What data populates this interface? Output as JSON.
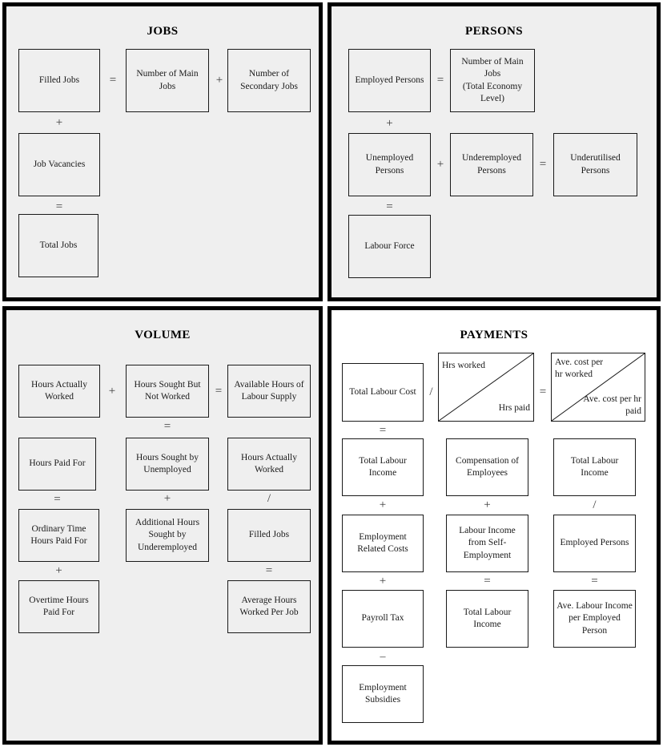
{
  "colors": {
    "panel_gray": "#efefef",
    "panel_white": "#ffffff",
    "border": "#000000",
    "box_border": "#1a1a1a",
    "text": "#1a1a1a"
  },
  "quadrants": {
    "jobs": {
      "title": "JOBS",
      "boxes": [
        {
          "label": "Filled Jobs"
        },
        {
          "label": "Number of Main Jobs"
        },
        {
          "label": "Number of Secondary Jobs"
        },
        {
          "label": "Job Vacancies"
        },
        {
          "label": "Total Jobs"
        }
      ],
      "operators": [
        "=",
        "+",
        "+",
        "="
      ]
    },
    "persons": {
      "title": "PERSONS",
      "boxes": [
        {
          "label": "Employed Persons"
        },
        {
          "label": "Number of Main Jobs\n(Total Economy Level)"
        },
        {
          "label": "Unemployed Persons"
        },
        {
          "label": "Underemployed Persons"
        },
        {
          "label": "Underutilised Persons"
        },
        {
          "label": "Labour Force"
        }
      ],
      "operators": [
        "=",
        "+",
        "+",
        "=",
        "="
      ]
    },
    "volume": {
      "title": "VOLUME",
      "boxes": [
        {
          "label": "Hours Actually Worked"
        },
        {
          "label": "Hours Sought But Not Worked"
        },
        {
          "label": "Available Hours of Labour Supply"
        },
        {
          "label": "Hours Paid For"
        },
        {
          "label": "Hours Sought by Unemployed"
        },
        {
          "label": "Hours Actually Worked"
        },
        {
          "label": "Ordinary Time Hours Paid For"
        },
        {
          "label": "Additional Hours Sought by Underemployed"
        },
        {
          "label": "Filled Jobs"
        },
        {
          "label": "Overtime Hours Paid For"
        },
        {
          "label": "Average Hours Worked Per Job"
        }
      ],
      "operators": [
        "+",
        "=",
        "=",
        "=",
        "+",
        "/",
        "+",
        "="
      ]
    },
    "payments": {
      "title": "PAYMENTS",
      "boxes": [
        {
          "label": "Total Labour Cost"
        },
        {
          "label": "Total Labour Income"
        },
        {
          "label": "Compensation of Employees"
        },
        {
          "label": "Total Labour Income"
        },
        {
          "label": "Employment Related Costs"
        },
        {
          "label": "Labour Income from Self-Employment"
        },
        {
          "label": "Employed Persons"
        },
        {
          "label": "Payroll Tax"
        },
        {
          "label": "Total Labour Income"
        },
        {
          "label": "Ave. Labour Income per Employed Person"
        },
        {
          "label": "Employment Subsidies"
        }
      ],
      "split_boxes": [
        {
          "top_label": "Hrs worked",
          "bottom_label": "Hrs paid"
        },
        {
          "top_label": "Ave. cost per hr worked",
          "bottom_label": "Ave. cost per hr paid"
        }
      ],
      "operators": [
        "/",
        "=",
        "=",
        "+",
        "+",
        "/",
        "+",
        "=",
        "=",
        "–"
      ]
    }
  }
}
